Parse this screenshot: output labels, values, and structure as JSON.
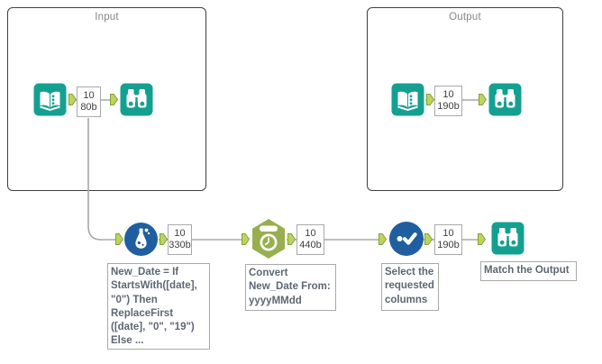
{
  "containers": {
    "input": {
      "title": "Input"
    },
    "output": {
      "title": "Output"
    }
  },
  "connections": {
    "input_reader_to_browse": {
      "records": "10",
      "size": "80b"
    },
    "output_reader_to_browse": {
      "records": "10",
      "size": "190b"
    },
    "formula_to_datetime": {
      "records": "10",
      "size": "330b"
    },
    "datetime_to_select": {
      "records": "10",
      "size": "440b"
    },
    "select_to_browse": {
      "records": "10",
      "size": "190b"
    }
  },
  "annotations": {
    "formula": "New_Date = If\nStartsWith([date],\n\"0\") Then\nReplaceFirst\n([date], \"0\", \"19\")\nElse ...",
    "datetime": "Convert\nNew_Date From:\nyyyyMMdd",
    "select": "Select the\nrequested\ncolumns",
    "browse": "Match the Output"
  },
  "icons": {
    "input_data": "open-book-icon",
    "browse": "binoculars-icon",
    "formula": "flask-icon",
    "datetime": "clock-icon",
    "select": "check-dot-icon",
    "anchor": "connection-arrow-icon"
  },
  "colors": {
    "tool_teal": "#14A091",
    "tool_blue": "#1F5F9F",
    "tool_olive": "#97AF4E",
    "anchor_green": "#BCD35C",
    "wire_gray": "#A8A8A8",
    "annotation_text": "#5E6773"
  }
}
